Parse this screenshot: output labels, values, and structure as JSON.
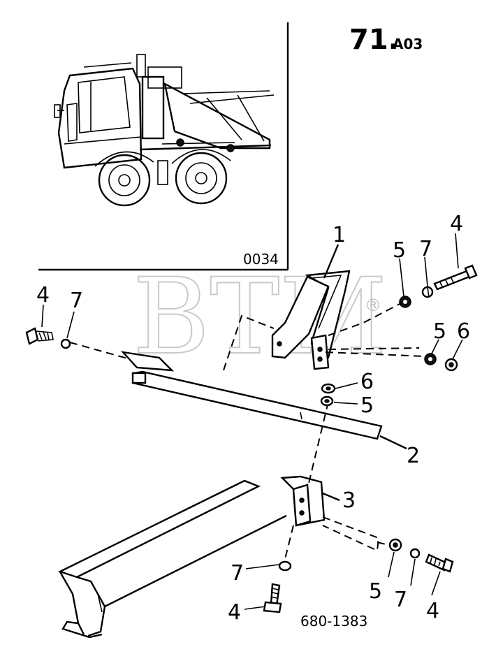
{
  "header": {
    "section_number": "71.",
    "section_suffix": "A03"
  },
  "inset": {
    "view_code": "0034"
  },
  "watermark": {
    "text": "BTM",
    "registered_mark": "®"
  },
  "callouts": [
    {
      "id": "c1",
      "label": "1"
    },
    {
      "id": "c2",
      "label": "2"
    },
    {
      "id": "c3",
      "label": "3"
    },
    {
      "id": "c4a",
      "label": "4"
    },
    {
      "id": "c4b",
      "label": "4"
    },
    {
      "id": "c4c",
      "label": "4"
    },
    {
      "id": "c4d",
      "label": "4"
    },
    {
      "id": "c5a",
      "label": "5"
    },
    {
      "id": "c5b",
      "label": "5"
    },
    {
      "id": "c5c",
      "label": "5"
    },
    {
      "id": "c5d",
      "label": "5"
    },
    {
      "id": "c6a",
      "label": "6"
    },
    {
      "id": "c6b",
      "label": "6"
    },
    {
      "id": "c7a",
      "label": "7"
    },
    {
      "id": "c7b",
      "label": "7"
    },
    {
      "id": "c7c",
      "label": "7"
    },
    {
      "id": "c7d",
      "label": "7"
    }
  ],
  "footer": {
    "drawing_number": "680-1383"
  }
}
